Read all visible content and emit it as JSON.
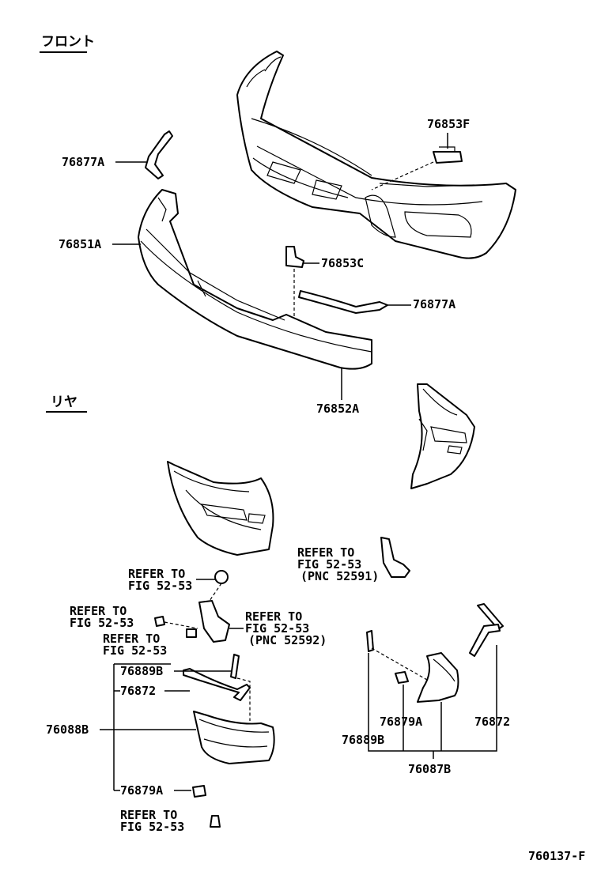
{
  "sections": {
    "front_title": "フロント",
    "rear_title": "リヤ"
  },
  "labels": {
    "p76853F": "76853F",
    "p76877A_top": "76877A",
    "p76851A": "76851A",
    "p76853C": "76853C",
    "p76877A_mid": "76877A",
    "p76852A": "76852A",
    "ref1_l1": "REFER TO",
    "ref1_l2": "FIG 52-53",
    "ref1_l3": "(PNC 52591)",
    "ref2_l1": "REFER TO",
    "ref2_l2": "FIG 52-53",
    "ref3_l1": "REFER TO",
    "ref3_l2": "FIG 52-53",
    "ref3_l3": "(PNC 52592)",
    "ref4_l1": "REFER TO",
    "ref4_l2": "FIG 52-53",
    "ref5_l1": "REFER TO",
    "ref5_l2": "FIG 52-53",
    "ref6_l1": "REFER TO",
    "ref6_l2": "FIG 52-53",
    "p76889B_left": "76889B",
    "p76872_left": "76872",
    "p76088B": "76088B",
    "p76879A_left": "76879A",
    "p76879A_right": "76879A",
    "p76872_right": "76872",
    "p76889B_right": "76889B",
    "p76087B": "76087B",
    "figure_code": "760137-F"
  }
}
